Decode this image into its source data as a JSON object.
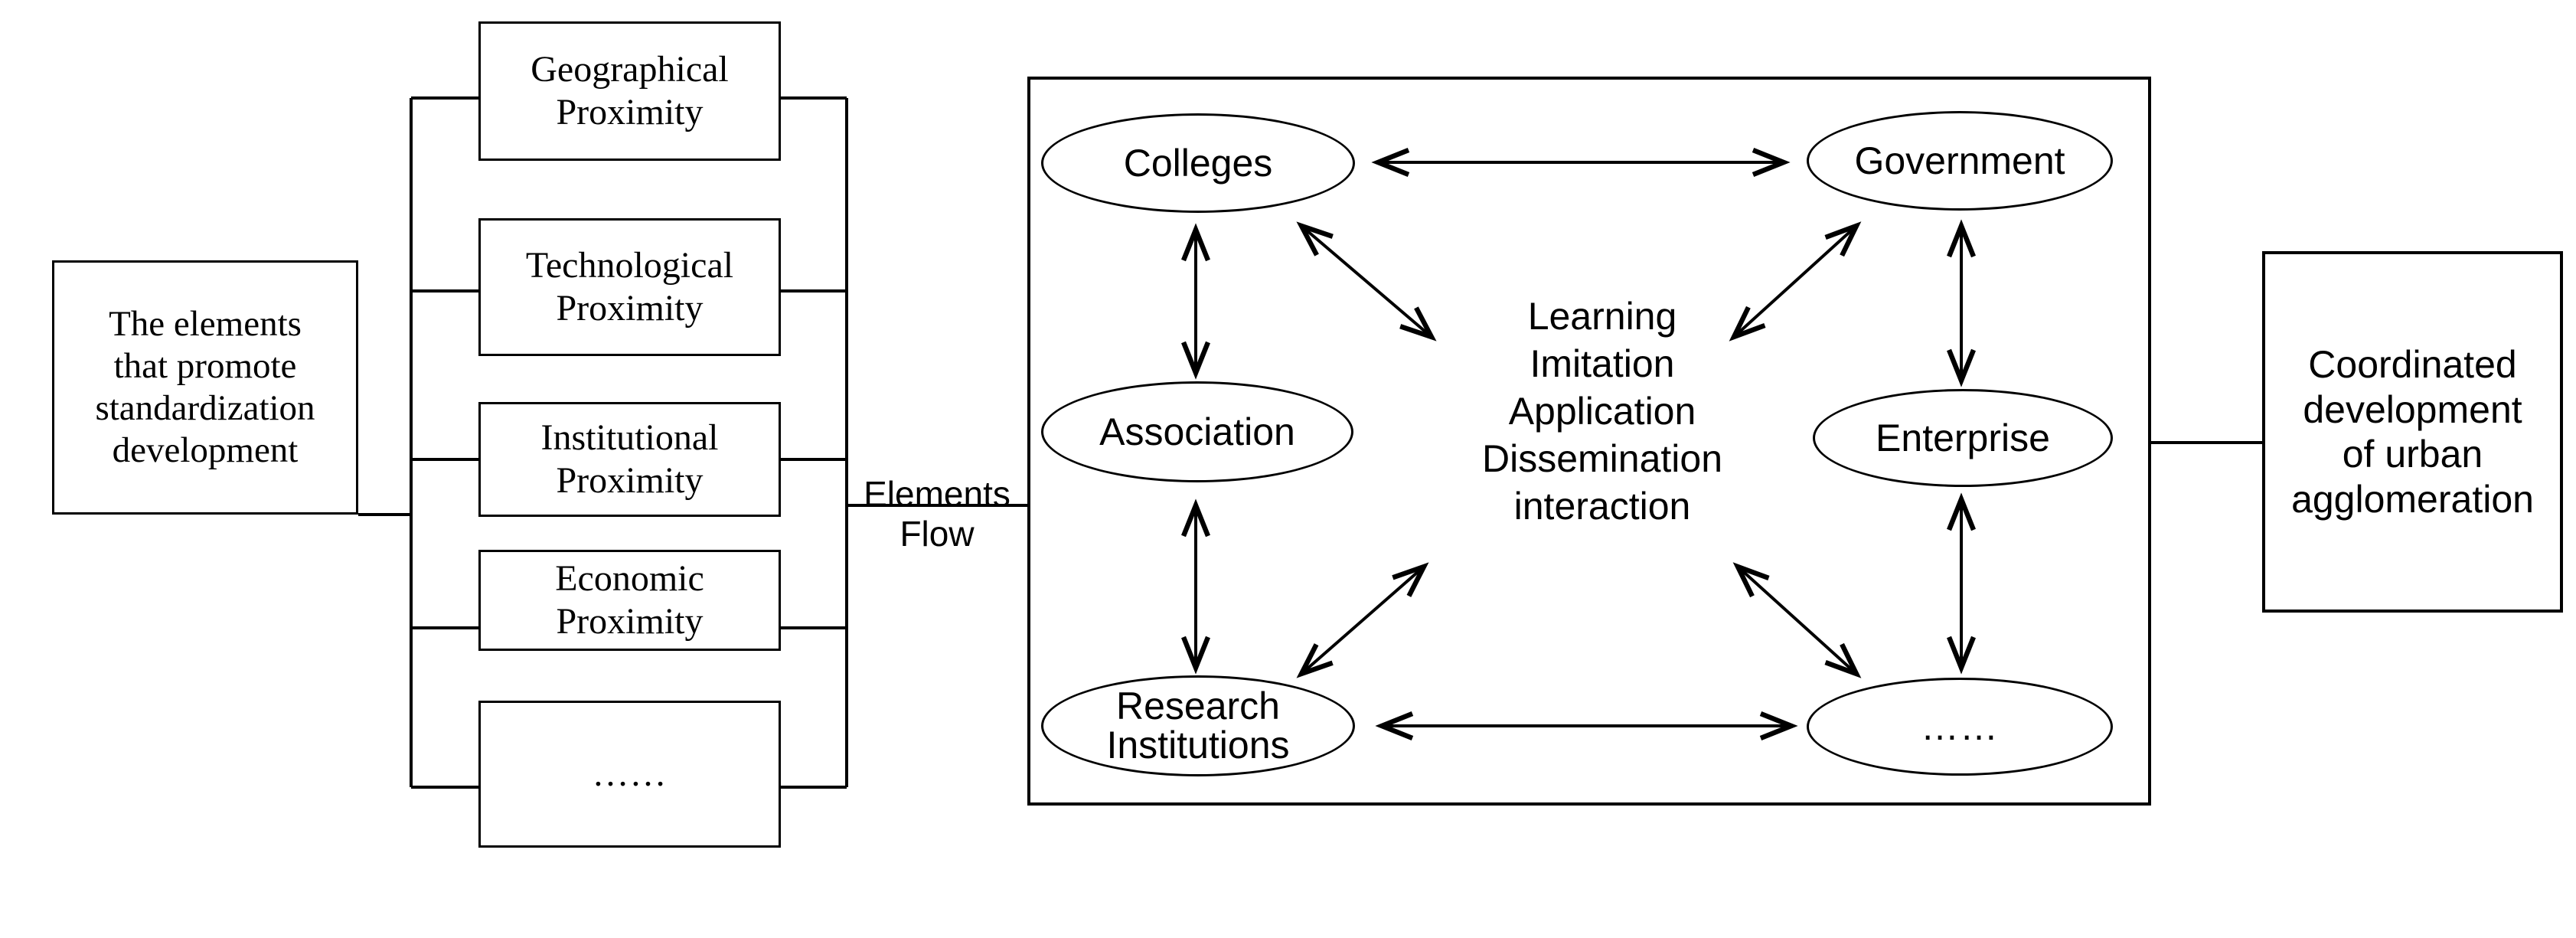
{
  "diagram": {
    "title_absent": "",
    "left_driver": {
      "label": "The elements\nthat promote\nstandardization\ndevelopment"
    },
    "proximity_factors": [
      {
        "id": "geographical",
        "label": "Geographical\nProximity"
      },
      {
        "id": "technological",
        "label": "Technological\nProximity"
      },
      {
        "id": "institutional",
        "label": "Institutional\nProximity"
      },
      {
        "id": "economic",
        "label": "Economic\nProximity"
      },
      {
        "id": "more",
        "label": "……"
      }
    ],
    "flow_connector": {
      "label": "Elements\nFlow"
    },
    "innovation_system": {
      "actors": [
        {
          "id": "colleges",
          "label": "Colleges"
        },
        {
          "id": "government",
          "label": "Government"
        },
        {
          "id": "association",
          "label": "Association"
        },
        {
          "id": "enterprise",
          "label": "Enterprise"
        },
        {
          "id": "research-institutions",
          "label": "Research\nInstitutions"
        },
        {
          "id": "more-actors",
          "label": "……"
        }
      ],
      "center_text": "Learning\nImitation\nApplication\nDissemination\ninteraction"
    },
    "right_outcome": {
      "label": "Coordinated\ndevelopment\nof urban\nagglomeration"
    },
    "colors": {
      "stroke": "#000000",
      "background": "#ffffff",
      "text": "#000000"
    }
  }
}
